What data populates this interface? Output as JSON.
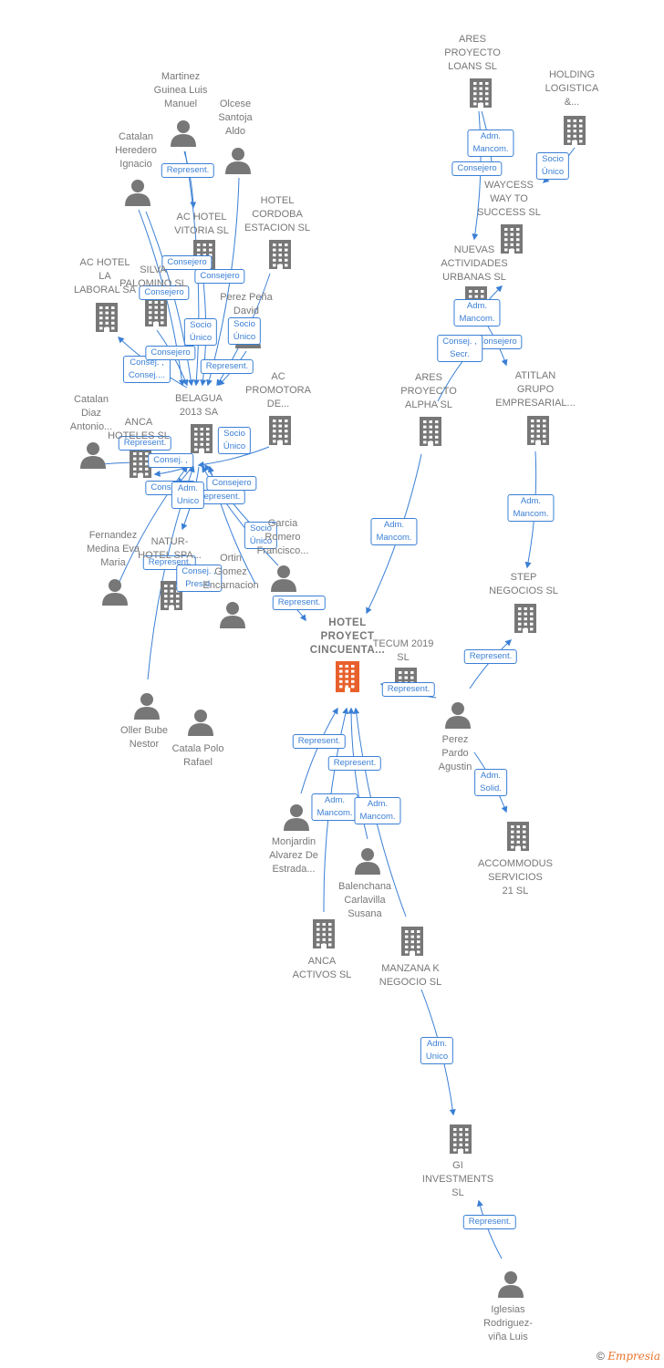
{
  "diagram": {
    "type": "ownership-graph",
    "colors": {
      "edge": "#3a7fd5",
      "node": "#777777",
      "focus": "#e8602c"
    },
    "nodes": [
      {
        "id": "ares_loans",
        "kind": "company",
        "lines": [
          "ARES",
          "PROYECTO",
          "LOANS  SL"
        ]
      },
      {
        "id": "holding",
        "kind": "company",
        "lines": [
          "HOLDING",
          "LOGISTICA",
          "&..."
        ]
      },
      {
        "id": "martinez",
        "kind": "person",
        "lines": [
          "Martinez",
          "Guinea Luis",
          "Manuel"
        ]
      },
      {
        "id": "olcese",
        "kind": "person",
        "lines": [
          "Olcese",
          "Santoja",
          "Aldo"
        ]
      },
      {
        "id": "catalan_h",
        "kind": "person",
        "lines": [
          "Catalan",
          "Heredero",
          "Ignacio"
        ]
      },
      {
        "id": "waycess",
        "kind": "company",
        "lines": [
          "WAYCESS",
          "WAY TO",
          "SUCCESS  SL"
        ]
      },
      {
        "id": "hotel_cordoba",
        "kind": "company",
        "lines": [
          "HOTEL",
          "CORDOBA",
          "ESTACION  SL"
        ]
      },
      {
        "id": "ac_vitoria",
        "kind": "company",
        "lines": [
          "AC HOTEL",
          "VITORIA SL"
        ]
      },
      {
        "id": "nuevas",
        "kind": "company",
        "lines": [
          "NUEVAS",
          "ACTIVIDADES",
          "URBANAS SL"
        ]
      },
      {
        "id": "ac_laboral",
        "kind": "company",
        "lines": [
          "AC HOTEL",
          "LA",
          "LABORAL SA"
        ]
      },
      {
        "id": "silva",
        "kind": "company",
        "lines": [
          "SILVA",
          "PALOMINO SL"
        ]
      },
      {
        "id": "perez_pena",
        "kind": "person",
        "lines": [
          "Perez Peña",
          "David"
        ]
      },
      {
        "id": "ac_promotora",
        "kind": "company",
        "lines": [
          "AC",
          "PROMOTORA",
          "DE..."
        ]
      },
      {
        "id": "belagua",
        "kind": "company",
        "lines": [
          "BELAGUA",
          "2013 SA"
        ]
      },
      {
        "id": "ares_alpha",
        "kind": "company",
        "lines": [
          "ARES",
          "PROYECTO",
          "ALPHA  SL"
        ]
      },
      {
        "id": "atitlan",
        "kind": "company",
        "lines": [
          "ATITLAN",
          "GRUPO",
          "EMPRESARIAL..."
        ]
      },
      {
        "id": "catalan_d",
        "kind": "person",
        "lines": [
          "Catalan",
          "Diaz",
          "Antonio..."
        ]
      },
      {
        "id": "anca_hoteles",
        "kind": "company",
        "lines": [
          "ANCA",
          "HOTELES SL"
        ]
      },
      {
        "id": "fernandez",
        "kind": "person",
        "lines": [
          "Fernandez",
          "Medina Eva",
          "Maria"
        ]
      },
      {
        "id": "natur",
        "kind": "company",
        "lines": [
          "NATUR-",
          "HOTEL SPA..."
        ]
      },
      {
        "id": "garcia",
        "kind": "person",
        "lines": [
          "Garcia",
          "Romero",
          "Francisco..."
        ]
      },
      {
        "id": "ortin",
        "kind": "person",
        "lines": [
          "Ortin",
          "Gomez",
          "Encarnacion"
        ]
      },
      {
        "id": "step",
        "kind": "company",
        "lines": [
          "STEP",
          "NEGOCIOS SL"
        ]
      },
      {
        "id": "hotel_main",
        "kind": "focus",
        "lines": [
          "HOTEL",
          "PROYECT",
          "CINCUENTA..."
        ]
      },
      {
        "id": "tecum",
        "kind": "company",
        "lines": [
          "TECUM 2019",
          "SL"
        ]
      },
      {
        "id": "oller",
        "kind": "person",
        "lines": [
          "Oller Bube",
          "Nestor"
        ]
      },
      {
        "id": "catala_polo",
        "kind": "person",
        "lines": [
          "Catala Polo",
          "Rafael"
        ]
      },
      {
        "id": "perez_pardo",
        "kind": "person",
        "lines": [
          "Perez",
          "Pardo",
          "Agustin"
        ]
      },
      {
        "id": "monjardin",
        "kind": "person",
        "lines": [
          "Monjardin",
          "Alvarez De",
          "Estrada..."
        ]
      },
      {
        "id": "balenchana",
        "kind": "person",
        "lines": [
          "Balenchana",
          "Carlavilla",
          "Susana"
        ]
      },
      {
        "id": "accommodus",
        "kind": "company",
        "lines": [
          "ACCOMMODUS",
          "SERVICIOS",
          "21 SL"
        ]
      },
      {
        "id": "anca_activos",
        "kind": "company",
        "lines": [
          "ANCA",
          "ACTIVOS  SL"
        ]
      },
      {
        "id": "manzana",
        "kind": "company",
        "lines": [
          "MANZANA K",
          "NEGOCIO  SL"
        ]
      },
      {
        "id": "gi",
        "kind": "company",
        "lines": [
          "GI",
          "INVESTMENTS",
          "SL"
        ]
      },
      {
        "id": "iglesias",
        "kind": "person",
        "lines": [
          "Iglesias",
          "Rodriguez-",
          "viña Luis"
        ]
      }
    ],
    "edges": [
      {
        "from": "ares_loans",
        "to": "waycess",
        "label": [
          "Adm.",
          "Mancom."
        ]
      },
      {
        "from": "ares_loans",
        "to": "nuevas",
        "label": [
          "Consejero"
        ]
      },
      {
        "from": "holding",
        "to": "waycess",
        "label": [
          "Socio",
          "Único"
        ]
      },
      {
        "from": "martinez",
        "to": "ac_vitoria",
        "label": [
          "Represent."
        ]
      },
      {
        "from": "catalan_h",
        "to": "belagua",
        "label": []
      },
      {
        "from": "martinez",
        "to": "belagua",
        "label": [
          "Consejero"
        ]
      },
      {
        "from": "olcese",
        "to": "belagua",
        "label": [
          "Consejero"
        ]
      },
      {
        "from": "catalan_h",
        "to": "belagua",
        "label": [
          "Consejero"
        ]
      },
      {
        "from": "ac_vitoria",
        "to": "belagua",
        "label": [
          "Socio",
          "Único"
        ]
      },
      {
        "from": "hotel_cordoba",
        "to": "belagua",
        "label": [
          "Socio",
          "Único"
        ]
      },
      {
        "from": "belagua",
        "to": "ac_laboral",
        "label": [
          "Consej. ,",
          "Consej...."
        ]
      },
      {
        "from": "silva",
        "to": "belagua",
        "label": [
          "Consejero"
        ]
      },
      {
        "from": "perez_pena",
        "to": "belagua",
        "label": [
          "Represent."
        ]
      },
      {
        "from": "nuevas",
        "to": "ares_alpha",
        "label": [
          "Adm.",
          "Mancom."
        ]
      },
      {
        "from": "nuevas",
        "to": "atitlan",
        "label": [
          "Consejero"
        ]
      },
      {
        "from": "ares_alpha",
        "to": "nuevas",
        "label": [
          "Consej. ,",
          "Secr."
        ]
      },
      {
        "from": "catalan_d",
        "to": "anca_hoteles",
        "label": [
          "Represent."
        ]
      },
      {
        "from": "anca_hoteles",
        "to": "natur",
        "label": [
          "Consej. ,"
        ]
      },
      {
        "from": "ac_promotora",
        "to": "anca_hoteles",
        "label": [
          "Socio",
          "Único"
        ]
      },
      {
        "from": "anca_hoteles",
        "to": "natur",
        "label": [
          "Consejero"
        ]
      },
      {
        "from": "garcia",
        "to": "anca_hoteles",
        "label": [
          "Consejero"
        ]
      },
      {
        "from": "ortin",
        "to": "anca_hoteles",
        "label": [
          "Represent."
        ]
      },
      {
        "from": "anca_hoteles",
        "to": "natur",
        "label": [
          "Adm.",
          "Unico"
        ]
      },
      {
        "from": "garcia",
        "to": "anca_hoteles",
        "label": [
          "Socio",
          "Único"
        ]
      },
      {
        "from": "fernandez",
        "to": "natur",
        "label": [
          "Represent."
        ]
      },
      {
        "from": "oller",
        "to": "natur",
        "label": [
          "Consej. ,",
          "Presid."
        ]
      },
      {
        "from": "garcia",
        "to": "hotel_main",
        "label": [
          "Represent."
        ]
      },
      {
        "from": "ares_alpha",
        "to": "hotel_main",
        "label": [
          "Adm.",
          "Mancom."
        ]
      },
      {
        "from": "atitlan",
        "to": "step",
        "label": [
          "Adm.",
          "Mancom."
        ]
      },
      {
        "from": "perez_pardo",
        "to": "step",
        "label": [
          "Represent."
        ]
      },
      {
        "from": "perez_pardo",
        "to": "tecum",
        "label": [
          "Represent."
        ]
      },
      {
        "from": "perez_pardo",
        "to": "accommodus",
        "label": [
          "Adm.",
          "Solid."
        ]
      },
      {
        "from": "monjardin",
        "to": "hotel_main",
        "label": [
          "Represent."
        ]
      },
      {
        "from": "balenchana",
        "to": "hotel_main",
        "label": [
          "Represent."
        ]
      },
      {
        "from": "anca_activos",
        "to": "hotel_main",
        "label": [
          "Adm.",
          "Mancom."
        ]
      },
      {
        "from": "manzana",
        "to": "hotel_main",
        "label": [
          "Adm.",
          "Mancom."
        ]
      },
      {
        "from": "manzana",
        "to": "gi",
        "label": [
          "Adm.",
          "Unico"
        ]
      },
      {
        "from": "iglesias",
        "to": "gi",
        "label": [
          "Represent."
        ]
      }
    ]
  },
  "watermark": {
    "symbol": "©",
    "brand": "Empresia"
  }
}
